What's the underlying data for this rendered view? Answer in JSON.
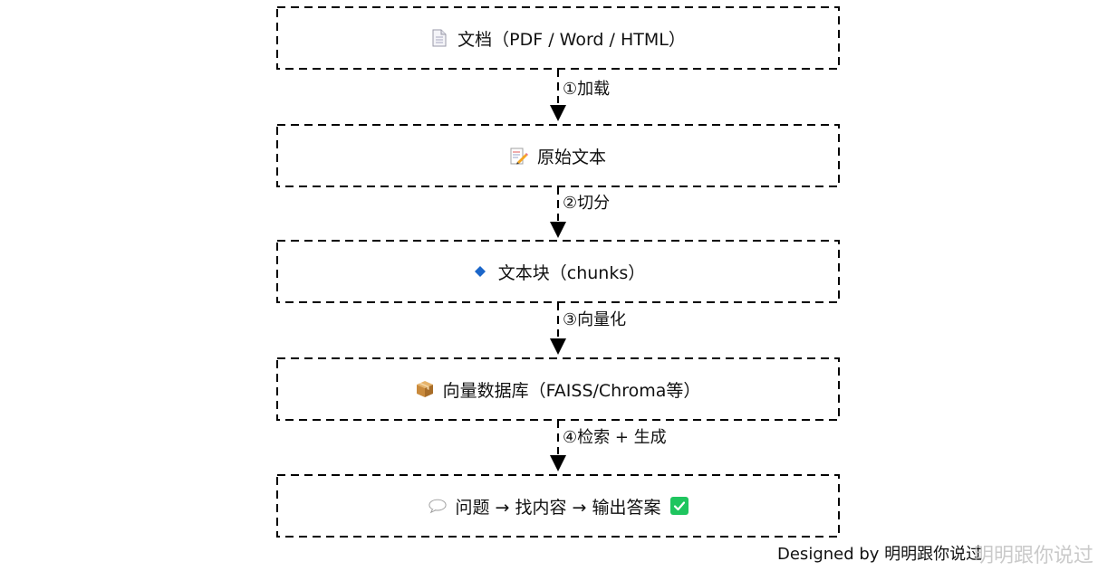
{
  "nodes": [
    {
      "label": "文档（PDF / Word / HTML）",
      "icon": "document-icon"
    },
    {
      "label": "原始文本",
      "icon": "memo-pencil-icon"
    },
    {
      "label": "文本块（chunks）",
      "icon": "blue-diamond-icon"
    },
    {
      "label": "向量数据库（FAISS/Chroma等）",
      "icon": "package-box-icon"
    },
    {
      "label": "问题 → 找内容 → 输出答案",
      "icon": "speech-bubble-icon",
      "trailing_icon": "check-mark-icon"
    }
  ],
  "edges": [
    {
      "label": "①加载"
    },
    {
      "label": "②切分"
    },
    {
      "label": "③向量化"
    },
    {
      "label": "④检索 + 生成"
    }
  ],
  "footer": {
    "text": "Designed by 明明跟你说过"
  },
  "watermark": {
    "text": "明明跟你说过"
  },
  "colors": {
    "stroke": "#000000",
    "check": "#1fc55f",
    "diamond": "#1b66c9"
  }
}
